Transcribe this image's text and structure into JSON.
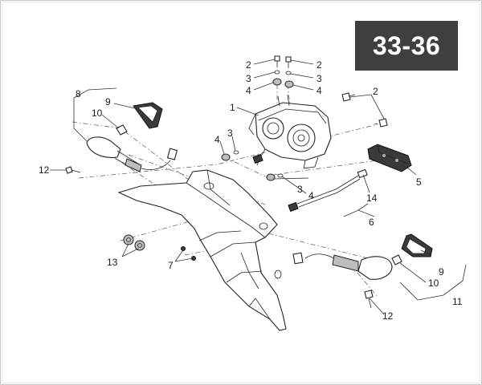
{
  "page_code": "33-36",
  "callouts": {
    "c2a": "2",
    "c2b": "2",
    "c2c": "2",
    "c3a": "3",
    "c3b": "3",
    "c3c": "3",
    "c3d": "3",
    "c4a": "4",
    "c4b": "4",
    "c4c": "4",
    "c4d": "4",
    "c1": "1",
    "c5": "5",
    "c6": "6",
    "c7": "7",
    "c8": "8",
    "c9a": "9",
    "c9b": "9",
    "c10a": "10",
    "c10b": "10",
    "c11": "11",
    "c12a": "12",
    "c12b": "12",
    "c13": "13",
    "c14": "14"
  }
}
